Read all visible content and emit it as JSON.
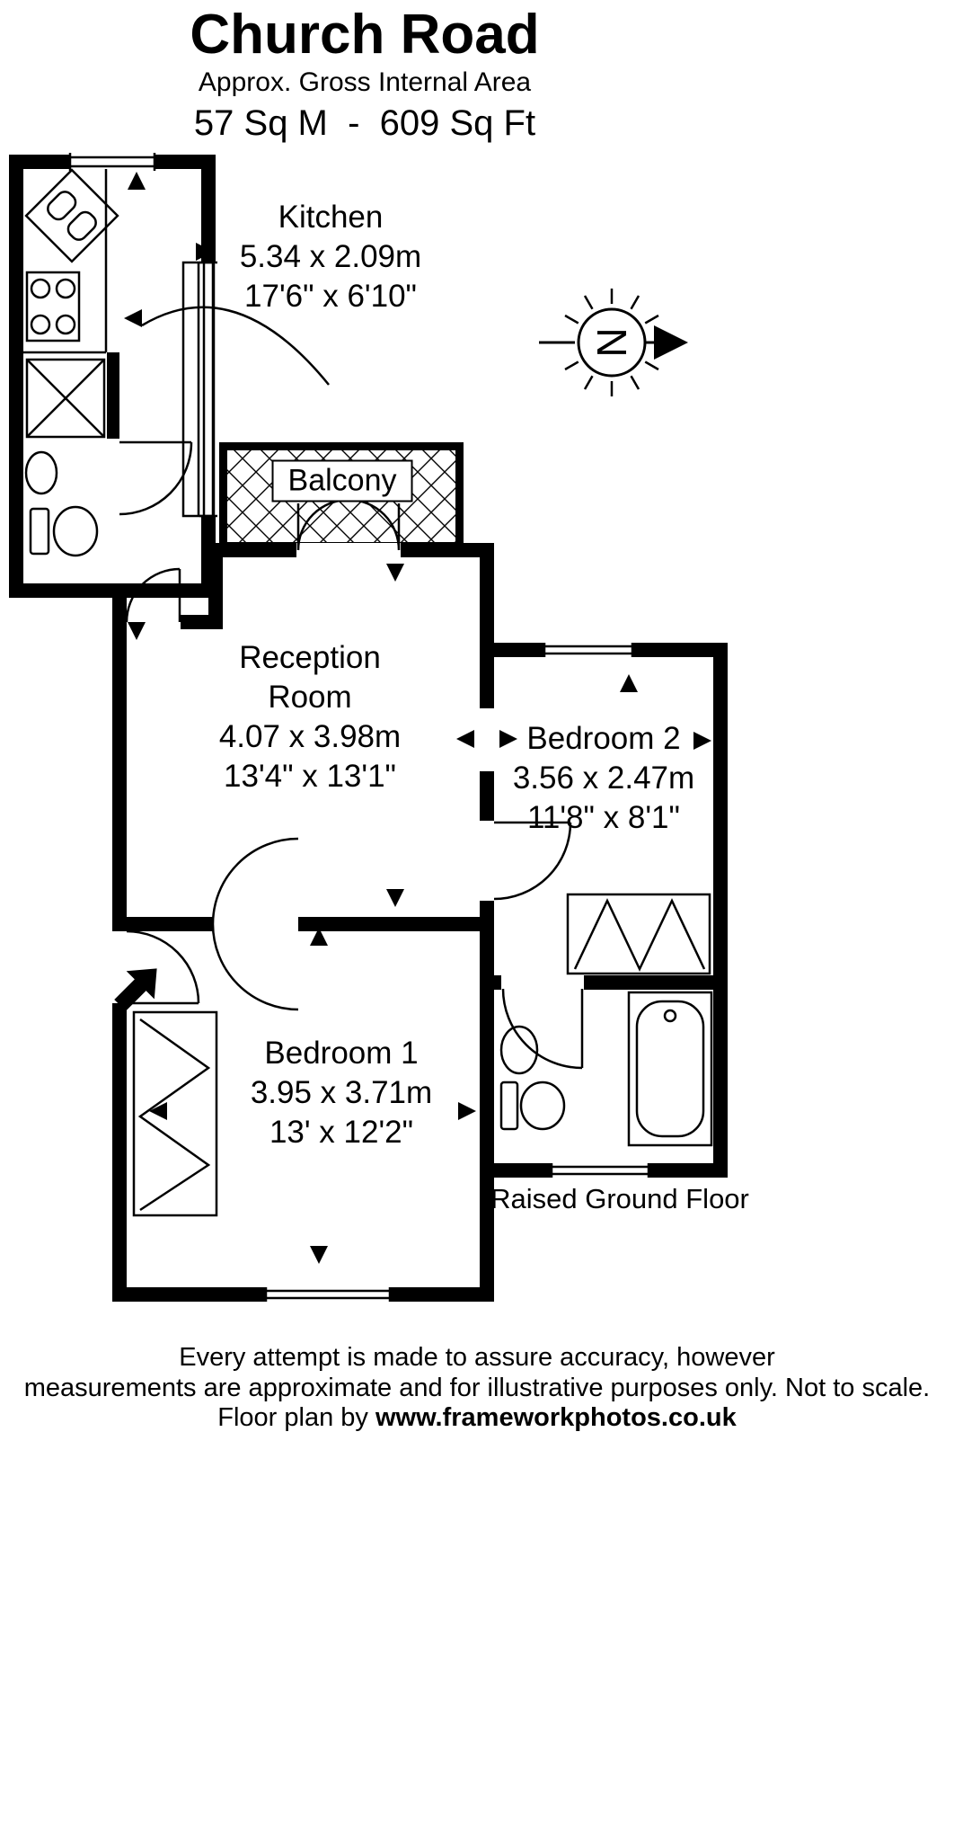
{
  "header": {
    "title": "Church Road",
    "subtitle": "Approx. Gross Internal Area",
    "area": "57 Sq M  -  609 Sq Ft"
  },
  "rooms": {
    "kitchen": {
      "name": "Kitchen",
      "metric": "5.34 x 2.09m",
      "imperial": "17'6\" x 6'10\""
    },
    "balcony": {
      "name": "Balcony"
    },
    "reception": {
      "name_line1": "Reception",
      "name_line2": "Room",
      "metric": "4.07 x 3.98m",
      "imperial": "13'4\" x 13'1\""
    },
    "bedroom2": {
      "name": "Bedroom 2",
      "metric": "3.56 x 2.47m",
      "imperial": "11'8\" x 8'1\""
    },
    "bedroom1": {
      "name": "Bedroom 1",
      "metric": "3.95 x 3.71m",
      "imperial": "13' x 12'2\""
    }
  },
  "floor_label": "Raised Ground Floor",
  "compass": {
    "label": "N"
  },
  "footer": {
    "line1": "Every attempt is made to assure accuracy, however",
    "line2": "measurements are approximate and for illustrative purposes only. Not to scale.",
    "credit_prefix": "Floor plan by ",
    "credit_url": "www.frameworkphotos.co.uk"
  },
  "colors": {
    "ink": "#000000",
    "paper": "#ffffff"
  }
}
